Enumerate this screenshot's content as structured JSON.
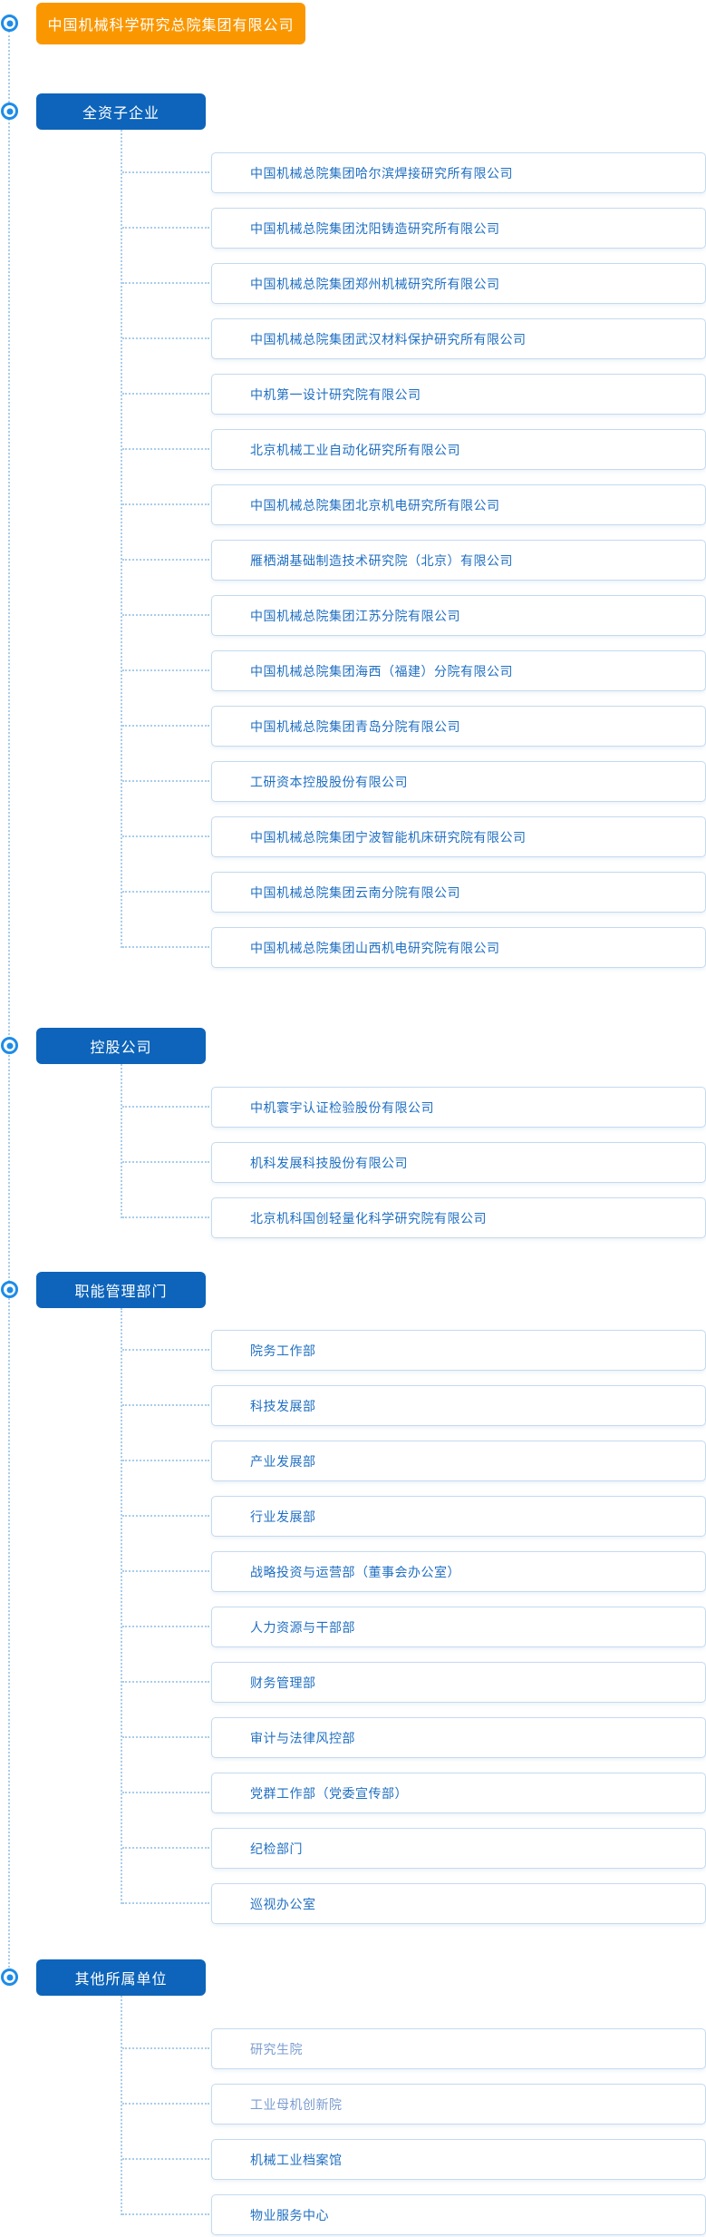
{
  "root": {
    "label": "中国机械科学研究总院集团有限公司"
  },
  "colors": {
    "root_bg": "#fa9700",
    "section_bg": "#0d64ba",
    "item_text": "#1f6fc2",
    "item_text_muted": "#7b9cd1",
    "item_border": "#c5daee",
    "connector": "#a9cdec",
    "bullet": "#1e8ce8"
  },
  "icons": {
    "node_bullet": "radio-dot-icon"
  },
  "sections": [
    {
      "label": "全资子企业",
      "items": [
        {
          "label": "中国机械总院集团哈尔滨焊接研究所有限公司"
        },
        {
          "label": "中国机械总院集团沈阳铸造研究所有限公司"
        },
        {
          "label": "中国机械总院集团郑州机械研究所有限公司"
        },
        {
          "label": "中国机械总院集团武汉材料保护研究所有限公司"
        },
        {
          "label": "中机第一设计研究院有限公司"
        },
        {
          "label": "北京机械工业自动化研究所有限公司"
        },
        {
          "label": "中国机械总院集团北京机电研究所有限公司"
        },
        {
          "label": "雁栖湖基础制造技术研究院（北京）有限公司"
        },
        {
          "label": "中国机械总院集团江苏分院有限公司"
        },
        {
          "label": "中国机械总院集团海西（福建）分院有限公司"
        },
        {
          "label": "中国机械总院集团青岛分院有限公司"
        },
        {
          "label": "工研资本控股股份有限公司"
        },
        {
          "label": "中国机械总院集团宁波智能机床研究院有限公司"
        },
        {
          "label": "中国机械总院集团云南分院有限公司"
        },
        {
          "label": "中国机械总院集团山西机电研究院有限公司"
        }
      ]
    },
    {
      "label": "控股公司",
      "items": [
        {
          "label": "中机寰宇认证检验股份有限公司"
        },
        {
          "label": "机科发展科技股份有限公司"
        },
        {
          "label": "北京机科国创轻量化科学研究院有限公司"
        }
      ]
    },
    {
      "label": "职能管理部门",
      "items": [
        {
          "label": "院务工作部"
        },
        {
          "label": "科技发展部"
        },
        {
          "label": "产业发展部"
        },
        {
          "label": "行业发展部"
        },
        {
          "label": "战略投资与运营部（董事会办公室）"
        },
        {
          "label": "人力资源与干部部"
        },
        {
          "label": "财务管理部"
        },
        {
          "label": "审计与法律风控部"
        },
        {
          "label": "党群工作部（党委宣传部）"
        },
        {
          "label": "纪检部门"
        },
        {
          "label": "巡视办公室"
        }
      ]
    },
    {
      "label": "其他所属单位",
      "items": [
        {
          "label": "研究生院",
          "muted": true
        },
        {
          "label": "工业母机创新院",
          "muted": true
        },
        {
          "label": "机械工业档案馆"
        },
        {
          "label": "物业服务中心"
        }
      ]
    }
  ]
}
